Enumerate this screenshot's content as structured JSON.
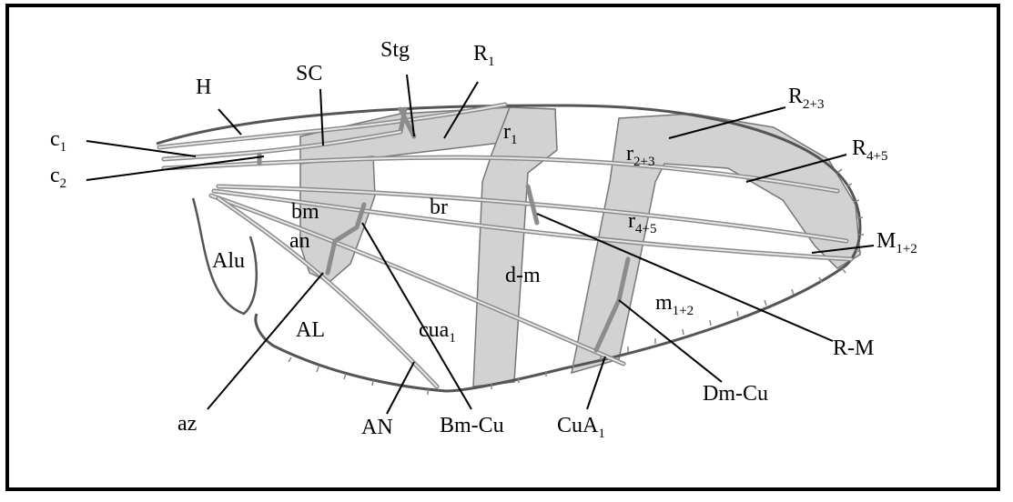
{
  "labels": {
    "H": "H",
    "SC": "SC",
    "Stg": "Stg",
    "R1": "R",
    "R1_sub": "1",
    "c1": "c",
    "c1_sub": "1",
    "c2": "c",
    "c2_sub": "2",
    "R23": "R",
    "R23_sub": "2+3",
    "R45": "R",
    "R45_sub": "4+5",
    "M12": "M",
    "M12_sub": "1+2",
    "r1": "r",
    "r1_sub": "1",
    "r23": "r",
    "r23_sub": "2+3",
    "r45": "r",
    "r45_sub": "4+5",
    "bm": "bm",
    "br": "br",
    "an": "an",
    "Alu": "Alu",
    "dm": "d-m",
    "m12": "m",
    "m12_sub": "1+2",
    "AL": "AL",
    "cua1": "cua",
    "cua1_sub": "1",
    "RM": "R-M",
    "DmCu": "Dm-Cu",
    "az": "az",
    "AN": "AN",
    "BmCu": "Bm-Cu",
    "CuA1": "CuA",
    "CuA1_sub": "1"
  },
  "colors": {
    "cell_fill": "#d2d2d2",
    "vein": "#8c8c8c",
    "frame": "#000000"
  }
}
